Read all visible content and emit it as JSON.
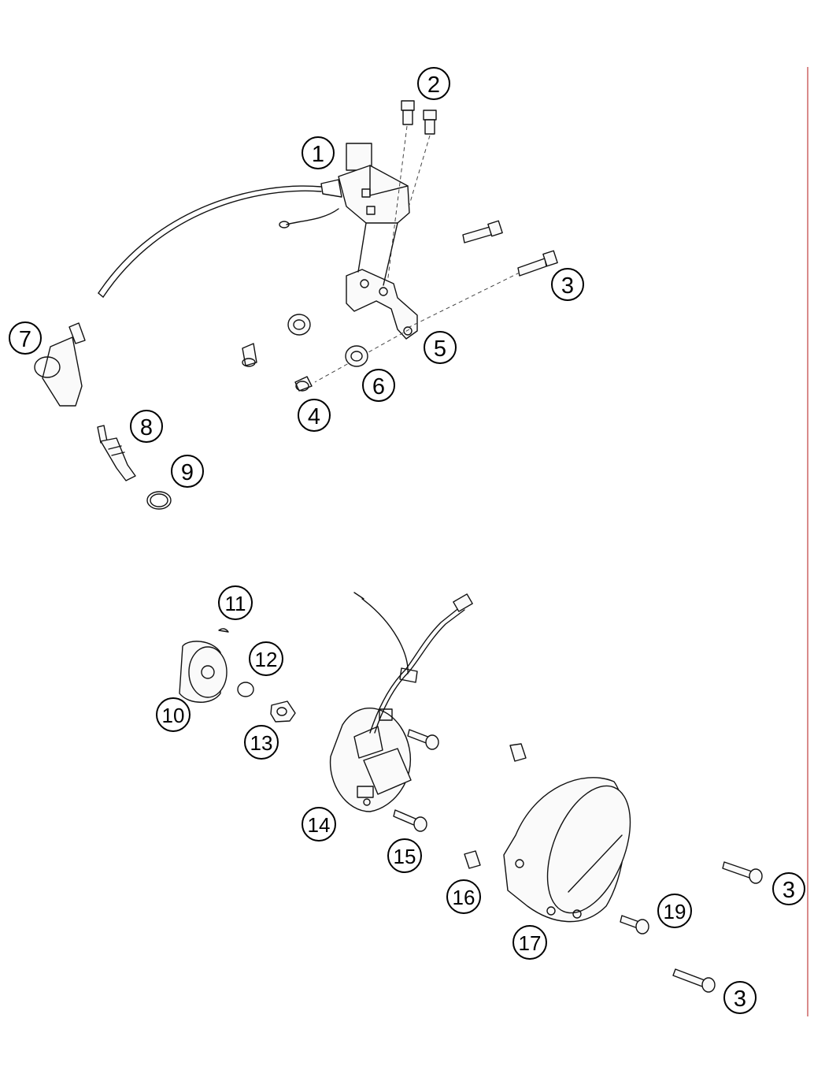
{
  "callouts": [
    "1",
    "2",
    "3",
    "4",
    "5",
    "6",
    "7",
    "8",
    "9",
    "10",
    "11",
    "12",
    "13",
    "14",
    "15",
    "16",
    "17",
    "19"
  ],
  "colors": {
    "line": "#111111",
    "edge_line": "#d98b8b"
  }
}
